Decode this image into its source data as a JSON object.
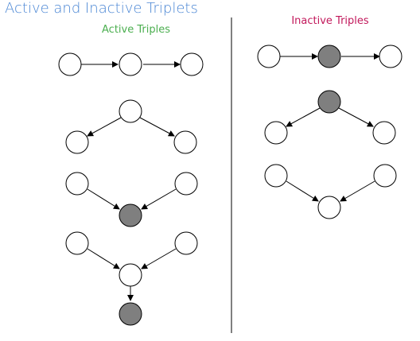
{
  "title": "Active and Inactive Triplets",
  "active_heading": "Active Triples",
  "inactive_heading": "Inactive Triples",
  "colors": {
    "title": "#4a86d4",
    "active_heading": "#4caf50",
    "inactive_heading": "#c2185b",
    "observed_node_fill": "#7f7f7f",
    "node_stroke": "#000000"
  },
  "active_triples": [
    {
      "id": "a1",
      "pattern": "chain",
      "observed": [
        "none"
      ]
    },
    {
      "id": "a2",
      "pattern": "common-cause",
      "observed": [
        "none"
      ]
    },
    {
      "id": "a3",
      "pattern": "v-structure",
      "observed": [
        "collider"
      ]
    },
    {
      "id": "a4",
      "pattern": "v-structure-with-observed-descendant",
      "observed": [
        "descendant"
      ]
    }
  ],
  "inactive_triples": [
    {
      "id": "i1",
      "pattern": "chain",
      "observed": [
        "middle"
      ]
    },
    {
      "id": "i2",
      "pattern": "common-cause",
      "observed": [
        "cause"
      ]
    },
    {
      "id": "i3",
      "pattern": "v-structure",
      "observed": [
        "none"
      ]
    }
  ]
}
